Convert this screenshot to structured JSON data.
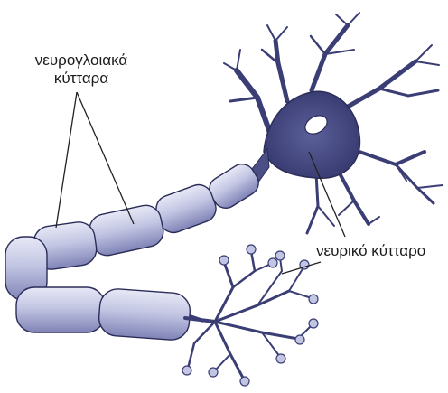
{
  "labels": {
    "glial_line1": "νευρογλοιακά",
    "glial_line2": "κύτταρα",
    "neuron": "νευρικό κύτταρο"
  },
  "colors": {
    "body": "#4b4f86",
    "body_dark": "#2e3062",
    "sheath": "#c3c6e3",
    "sheath_shade": "#7f83b6",
    "outline": "#2b2d58",
    "line": "#222222"
  }
}
